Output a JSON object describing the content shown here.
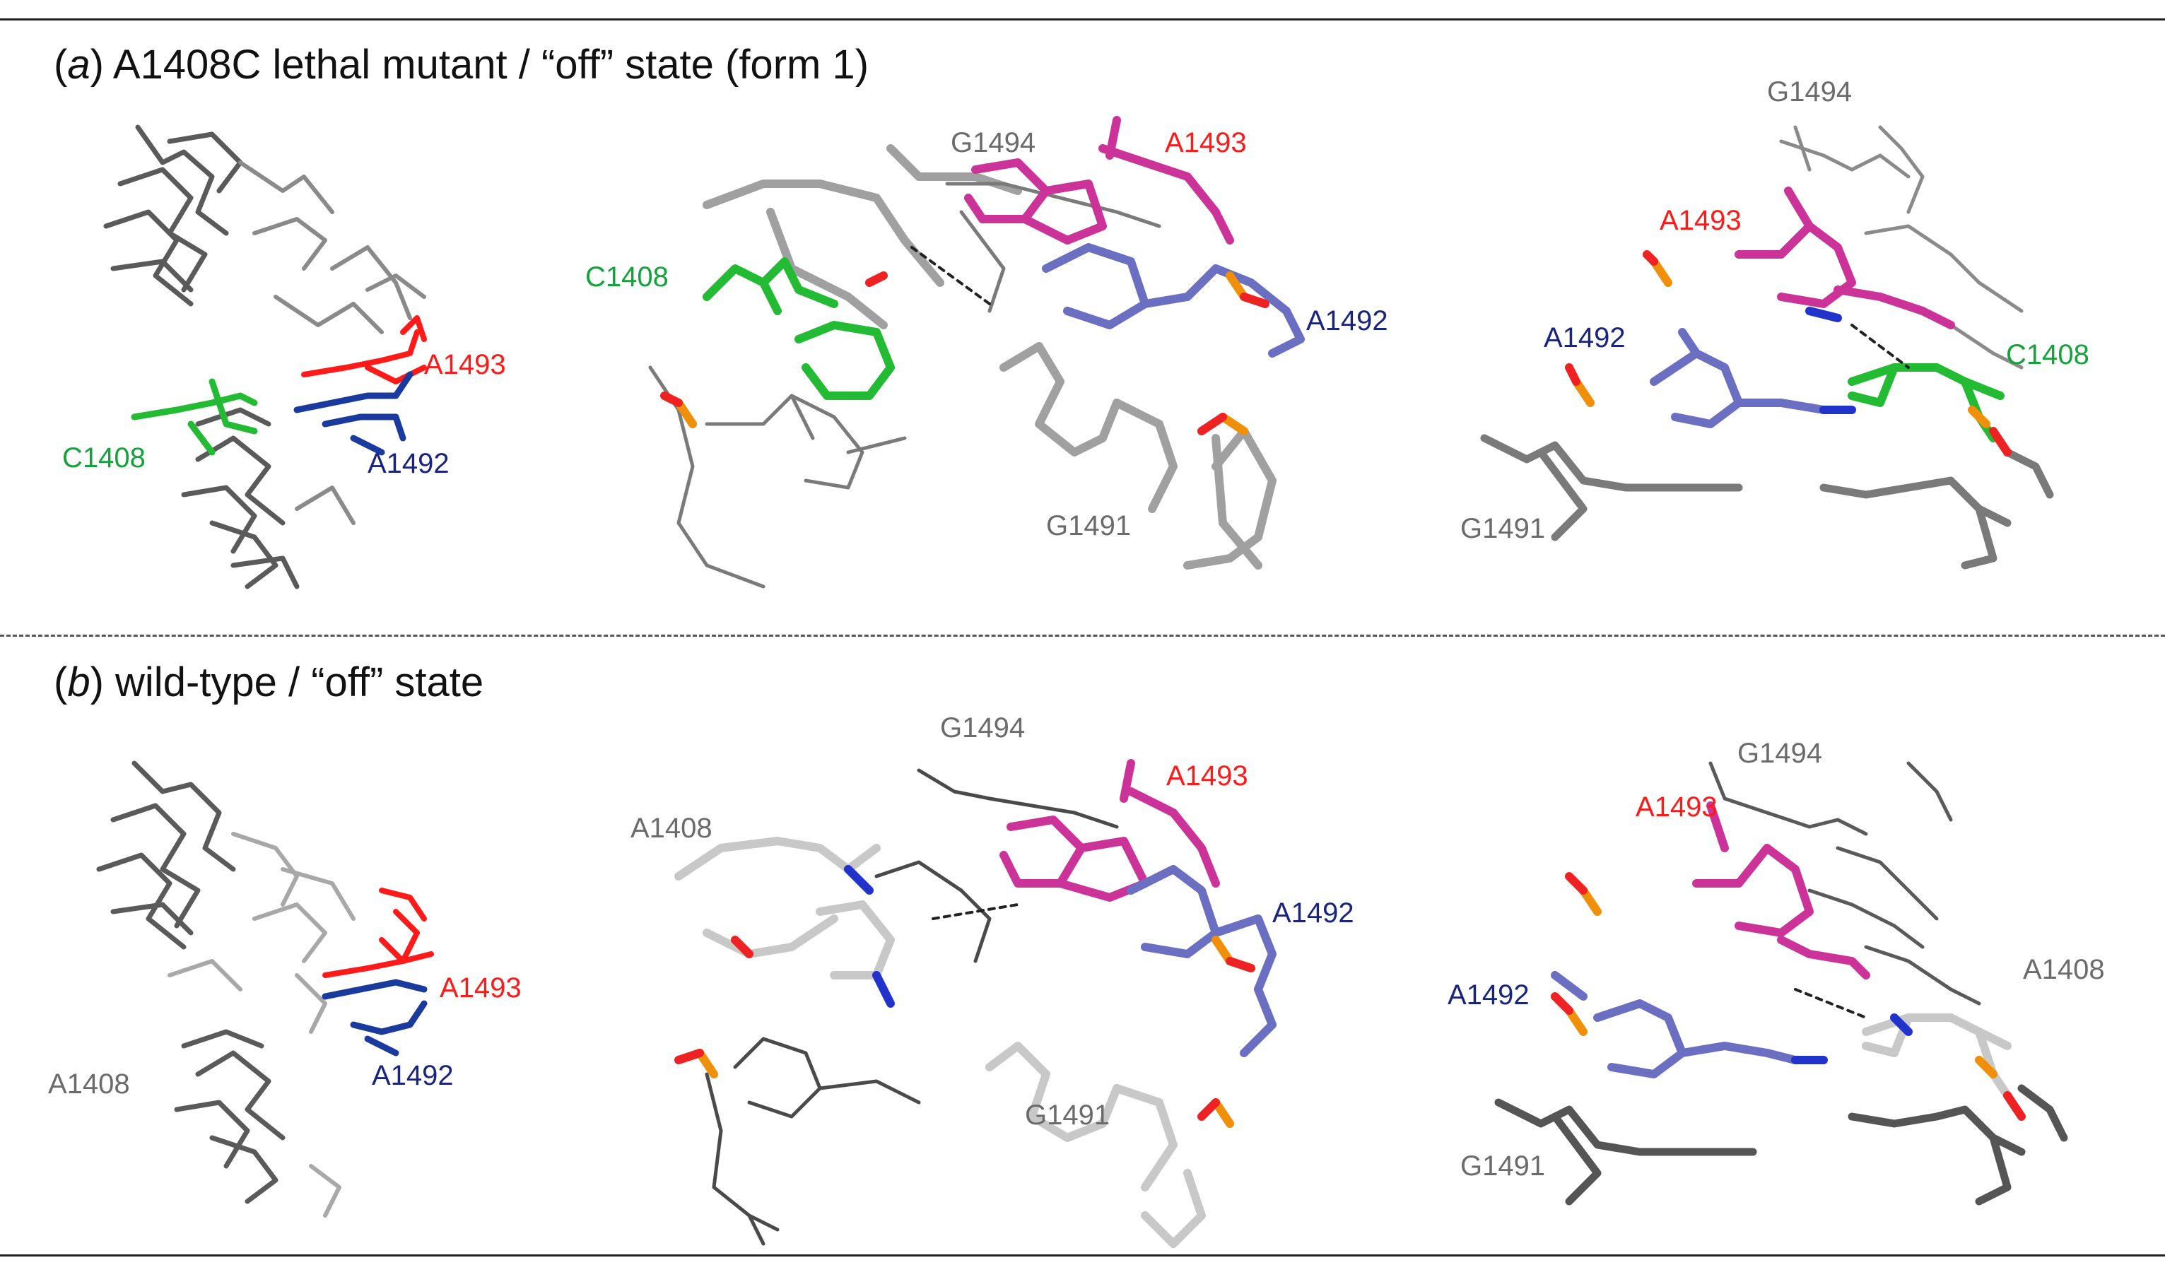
{
  "panels": [
    {
      "letter": "a",
      "title": "A1408C lethal mutant / “off” state (form 1)",
      "views": [
        {
          "labels": [
            "A1493",
            "C1408",
            "A1492"
          ]
        },
        {
          "labels": [
            "G1494",
            "A1493",
            "C1408",
            "A1492",
            "G1491"
          ]
        },
        {
          "labels": [
            "G1494",
            "A1493",
            "A1492",
            "C1408",
            "G1491"
          ]
        }
      ]
    },
    {
      "letter": "b",
      "title": "wild-type / “off” state",
      "views": [
        {
          "labels": [
            "A1408",
            "A1493",
            "A1492"
          ]
        },
        {
          "labels": [
            "G1494",
            "A1493",
            "A1408",
            "A1492",
            "G1491"
          ]
        },
        {
          "labels": [
            "G1494",
            "A1493",
            "A1408",
            "A1492",
            "G1491"
          ]
        }
      ]
    }
  ],
  "colors": {
    "A1493": "#ff1a1a",
    "A1492": "#1a237e",
    "C1408": "#13a33a",
    "grey_label": "#6b6b6b",
    "carbon_grey": "#a0a0a0",
    "magenta": "#cc3399",
    "slate_blue": "#6a6fc2",
    "phosphate": "#f0900a",
    "oxygen": "#ee2222",
    "nitrogen": "#2233cc",
    "mutant_green": "#22bb33"
  }
}
